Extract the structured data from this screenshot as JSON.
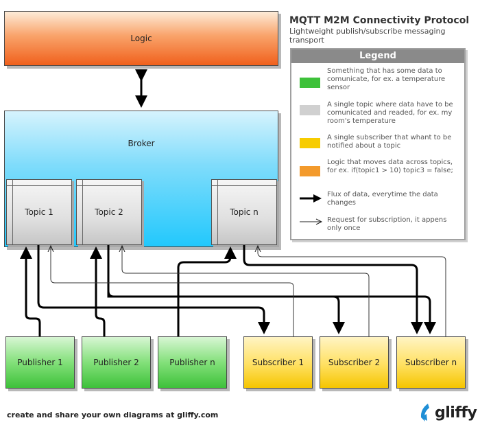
{
  "title": "MQTT M2M Connectivity Protocol",
  "subtitle": "Lightweight publish/subscribe messaging transport",
  "nodes": {
    "logic": "Logic",
    "broker": "Broker",
    "topics": [
      "Topic 1",
      "Topic 2",
      "Topic n"
    ],
    "publishers": [
      "Publisher 1",
      "Publisher 2",
      "Publisher n"
    ],
    "subscribers": [
      "Subscriber 1",
      "Subscriber 2",
      "Subscriber n"
    ]
  },
  "legend": {
    "title": "Legend",
    "items": [
      {
        "kind": "swatch",
        "color": "#3ec13a",
        "text": "Something that has some data to comunicate, for ex. a temperature sensor"
      },
      {
        "kind": "swatch",
        "color": "#d0d0d0",
        "text": "A single topic where data have to be comunicated and readed, for ex. my room's temperature"
      },
      {
        "kind": "swatch",
        "color": "#f7cc00",
        "text": "A single subscriber that whant to be notified about a topic"
      },
      {
        "kind": "swatch",
        "color": "#f39a2c",
        "text": "Logic that moves data across topics, for ex. if(topic1 > 10) topic3 = false;"
      },
      {
        "kind": "thick-arrow",
        "text": "Flux of data, everytime the data changes"
      },
      {
        "kind": "thin-arrow",
        "text": "Request for subscription, it appens only once"
      }
    ]
  },
  "footer": "create and share your own diagrams at gliffy.com",
  "logo": "gliffy",
  "colors": {
    "logic": "#f0601c",
    "broker": "#22c8fc",
    "topic": "#d0d0d0",
    "publisher": "#3ec13a",
    "subscriber": "#f5c500"
  }
}
